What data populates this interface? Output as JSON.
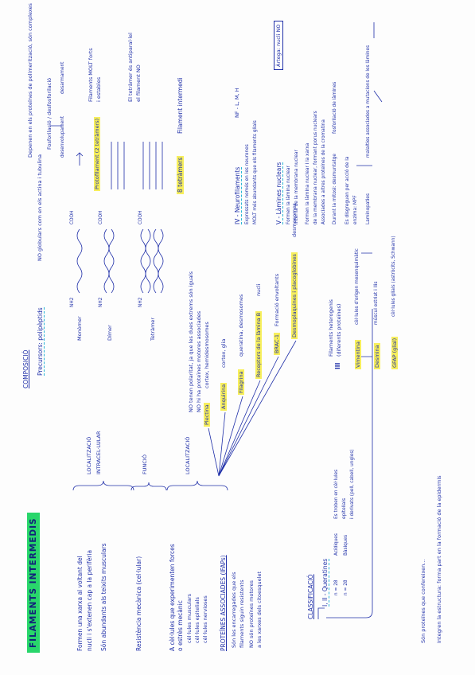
{
  "title": "FILAMENTS INTERMEDIS",
  "intro": {
    "line1": "Formen una xarxa al voltant del",
    "line2": "nucli i s'extenen cap a la perifèria",
    "line3": "Són abundants als teixits musculars",
    "loc_label": "LOCALITZACIÓ",
    "loc_value": "INTRACEL·LULAR",
    "func_line": "Resistència mecànica (cel·lular)",
    "func_label": "FUNCIÓ",
    "loc2_line1": "A cèl·lules que experimenten forces",
    "loc2_line2": "o estrès mecànic",
    "loc2_b1": "cèl·lules musculars",
    "loc2_b2": "cèl·lules epitelials",
    "loc2_b3": "cèl·lules nervioses",
    "loc2_label": "LOCALITZACIÓ"
  },
  "composicio": {
    "label": "COMPOSICIÓ",
    "precursor": "Precursors: polipèptids",
    "no_globular": "NO globulars com en els actina i tubulina",
    "dept": "Depenen en els proteïnes de polimerització, són complexes",
    "fosfor": "Fosforilació / desfosforilació",
    "desenv": "desenvolupament",
    "desarm": "desarmament",
    "monomer": "Monòmer",
    "dimer": "Dímer",
    "tetramer": "Tetràmer",
    "nh2": "NH2",
    "cooh": "COOH",
    "protofilament": "Protofilament (2 tetràmers)",
    "filamentMolt": "Filaments MOLT forts",
    "estables": "i estables",
    "ntesis": "El tetràmer és antiparal·lel",
    "no_polar": "el filament NO",
    "no_polaritat": "NO tenen polaritat, ja que les dues extrems són iguals",
    "vuit_tetr": "8 tetràmers",
    "fil_int": "Filament intermedi",
    "no_motor": "NO hi ha proteïnes motores associades"
  },
  "proteins": {
    "header": "PROTEÏNES ASSOCIADES (IFAPs)",
    "l1": "Són les encarregades que els",
    "l2": "filaments siguin resistents",
    "l3": "NO són proteïnes motores",
    "l4": "a les xarxes dels citoesquelet",
    "plectina": "Plectina",
    "plectina_d": "cortex, hemidesmosomes",
    "anquirina": "Anquirina",
    "anquirina_d": "cortex, glia",
    "filagrina": "Filagrina",
    "filagrina_d": "queratina, desmosomes",
    "lamina_rec": "Receptors de la làmina B",
    "lamina_d": "nucli",
    "brac": "BRAC-1",
    "brac_d": "Formació envoltants",
    "desmo": "Desmoplaquines i placoglobines",
    "desmo_d": "desmosomes"
  },
  "classificacio": {
    "header": "CLASSIFICACIÓ",
    "ker": "I, II - Queratines",
    "ker_a": "Acídiques",
    "ker_b": "Bàsiques",
    "ker_n1": "n = 28",
    "ker_n2": "n = 28",
    "ker_note1": "Es troben en cèl·lules",
    "ker_note2": "epitelials",
    "ker_note3": "i derivats (pell, cabell, ungles)",
    "iii": "III",
    "iii_d": "Filaments heterogenis",
    "iii_d2": "(diferents proteïnes)",
    "iii_1": "Vimentina",
    "iii_1d": "cèl·lules d'origen mesenquimàtic",
    "iii_2": "Desmina",
    "iii_2d": "múscul estriat i llis",
    "iii_3": "GFAP (glial)",
    "iii_3d": "cèl·lules glials (astròcits, Schwann)",
    "iv": "IV - Neurofilaments",
    "iv_d": "NF - L, M, H",
    "iv_d2": "Expressats només en les neurones",
    "iv_d3": "MOLT més abundants que els filaments glials",
    "v": "V - Làmines nuclears",
    "v_d": "Formen la làmina nuclear",
    "v_d2": "Interna de la membrana nuclear",
    "v_box": "Àrtega: nucli NO",
    "v_note1": "Formen la làmina nuclear i la xarxa",
    "v_note2": "de la membrana nuclear, formant porus nuclears",
    "v_note3": "Associades a altres proteïnes de la cromatina",
    "v_note4": "Durant la mitosi: desmuntatge",
    "v_note5": "fosforilació de làmines",
    "v_note6": "Es disgreguen per acció de la",
    "v_note7": "enzima: MPF",
    "v_note8": "Laminopaties",
    "v_note9": "malalties associades a mutacions de les làmines",
    "bottom1": "Són proteïnes que confereixen...",
    "bottom2": "Integren la estructura: forma part en la formació de la epidermis"
  }
}
